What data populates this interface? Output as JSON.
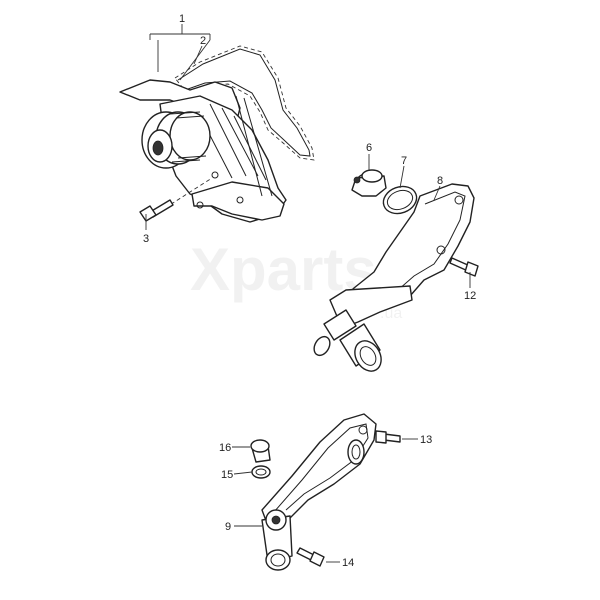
{
  "watermark": {
    "main": "Xparts",
    "sub": ".ua"
  },
  "callouts": [
    {
      "id": "1",
      "text": "1"
    },
    {
      "id": "2",
      "text": "2"
    },
    {
      "id": "3",
      "text": "3"
    },
    {
      "id": "6",
      "text": "6"
    },
    {
      "id": "7",
      "text": "7"
    },
    {
      "id": "8",
      "text": "8"
    },
    {
      "id": "12",
      "text": "12"
    },
    {
      "id": "16",
      "text": "16"
    },
    {
      "id": "15",
      "text": "15"
    },
    {
      "id": "13",
      "text": "13"
    },
    {
      "id": "9",
      "text": "9"
    },
    {
      "id": "14",
      "text": "14"
    }
  ],
  "parts": [
    {
      "name": "water-pump",
      "icon": "water-pump-icon"
    },
    {
      "name": "gasket",
      "icon": "gasket-icon"
    },
    {
      "name": "bolt",
      "icon": "bolt-icon"
    },
    {
      "name": "thermostat",
      "icon": "thermostat-icon"
    },
    {
      "name": "o-ring",
      "icon": "o-ring-icon"
    },
    {
      "name": "coolant-pipe-upper",
      "icon": "coolant-pipe-icon"
    },
    {
      "name": "coolant-pipe-lower",
      "icon": "coolant-pipe-icon"
    },
    {
      "name": "sealing-plug",
      "icon": "plug-icon"
    },
    {
      "name": "seal-ring",
      "icon": "seal-ring-icon"
    }
  ],
  "colors": {
    "line": "#222222",
    "background": "#ffffff"
  }
}
